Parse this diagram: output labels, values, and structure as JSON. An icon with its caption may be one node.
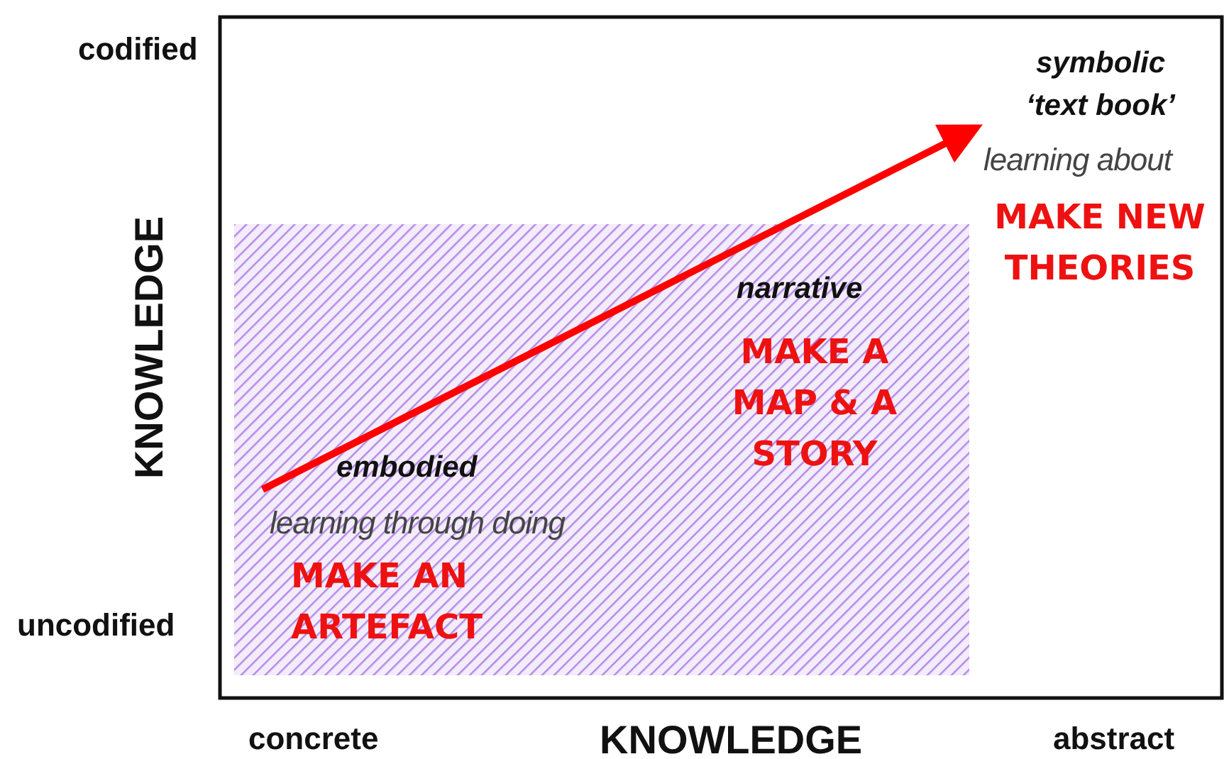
{
  "diagram": {
    "nodes": [
      {
        "text": [
          "embodied",
          "learning through doing",
          "MAKE AN ARTEFACT"
        ]
      },
      {
        "text": [
          "narrative",
          "MAKE A MAP & A STORY"
        ]
      },
      {
        "text": [
          "symbolic ‘text book’",
          "learning about",
          "MAKE NEW THEORIES"
        ]
      }
    ],
    "edges": [
      {
        "from": 0,
        "to": 2,
        "arrow": "to",
        "color": "#ff0000"
      }
    ],
    "labels": [
      "codified",
      "KNOWLEDGE",
      "uncodified",
      "concrete",
      "KNOWLEDGE",
      "abstract"
    ]
  }
}
